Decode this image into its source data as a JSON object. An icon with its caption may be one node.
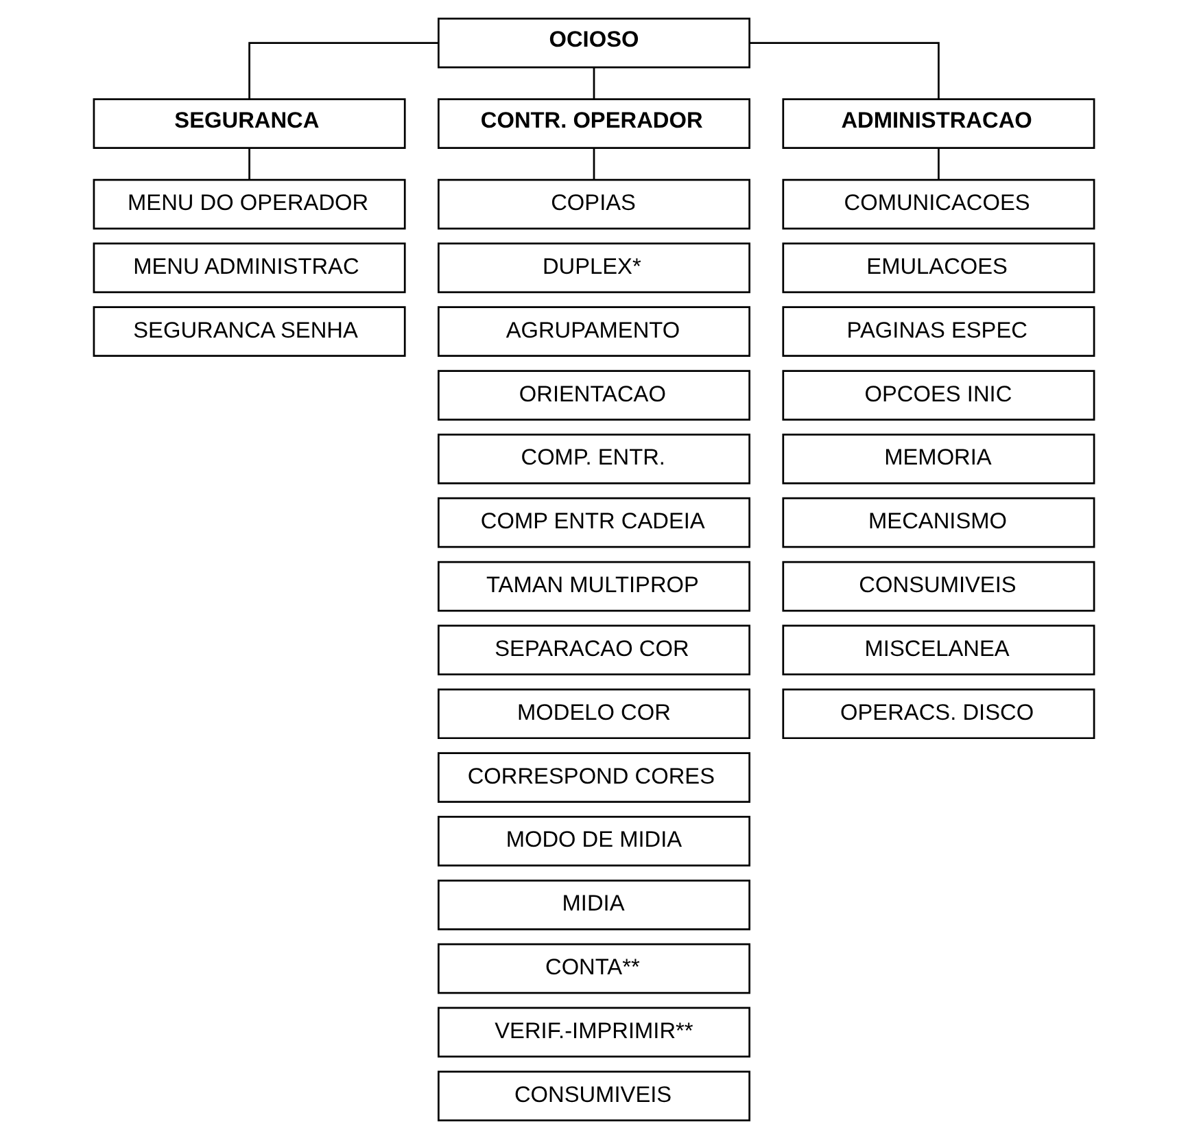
{
  "diagram": {
    "nodes": [
      {
        "text": [
          "OCIOSO"
        ]
      },
      {
        "text": [
          "SEGURANCA"
        ]
      },
      {
        "text": [
          "CONTR. OPERADOR"
        ]
      },
      {
        "text": [
          "ADMINISTRACAO"
        ]
      },
      {
        "text": [
          "MENU DO OPERADOR"
        ]
      },
      {
        "text": [
          "MENU ADMINISTRAC"
        ]
      },
      {
        "text": [
          "SEGURANCA SENHA"
        ]
      },
      {
        "text": [
          "COPIAS"
        ]
      },
      {
        "text": [
          "DUPLEX*"
        ]
      },
      {
        "text": [
          "AGRUPAMENTO"
        ]
      },
      {
        "text": [
          "ORIENTACAO"
        ]
      },
      {
        "text": [
          "COMP. ENTR."
        ]
      },
      {
        "text": [
          "COMP ENTR CADEIA"
        ]
      },
      {
        "text": [
          "TAMAN MULTIPROP"
        ]
      },
      {
        "text": [
          "SEPARACAO COR"
        ]
      },
      {
        "text": [
          "MODELO COR"
        ]
      },
      {
        "text": [
          "CORRESPOND CORES"
        ]
      },
      {
        "text": [
          "MODO DE MIDIA"
        ]
      },
      {
        "text": [
          "MIDIA"
        ]
      },
      {
        "text": [
          "CONTA**"
        ]
      },
      {
        "text": [
          "VERIF.-IMPRIMIR**"
        ]
      },
      {
        "text": [
          "CONSUMIVEIS"
        ]
      },
      {
        "text": [
          "COMUNICACOES"
        ]
      },
      {
        "text": [
          "EMULACOES"
        ]
      },
      {
        "text": [
          "PAGINAS ESPEC"
        ]
      },
      {
        "text": [
          "OPCOES INIC"
        ]
      },
      {
        "text": [
          "MEMORIA"
        ]
      },
      {
        "text": [
          "MECANISMO"
        ]
      },
      {
        "text": [
          "CONSUMIVEIS"
        ]
      },
      {
        "text": [
          "MISCELANEA"
        ]
      },
      {
        "text": [
          "OPERACS. DISCO"
        ]
      }
    ],
    "edges": [
      {
        "from": 0,
        "to": 1,
        "arrow": "none"
      },
      {
        "from": 0,
        "to": 2,
        "arrow": "none"
      },
      {
        "from": 0,
        "to": 3,
        "arrow": "none"
      },
      {
        "from": 1,
        "to": 4,
        "arrow": "none"
      },
      {
        "from": 2,
        "to": 7,
        "arrow": "none"
      },
      {
        "from": 3,
        "to": 22,
        "arrow": "none"
      }
    ]
  }
}
